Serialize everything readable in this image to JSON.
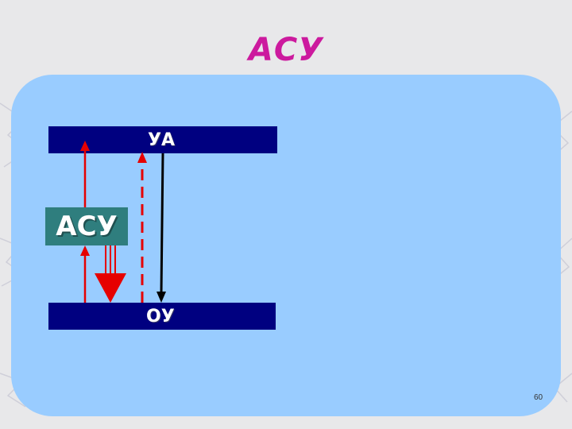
{
  "slide": {
    "title": "АСУ",
    "page_number": "60"
  },
  "diagram": {
    "top_block_label": "УА",
    "bottom_block_label": "ОУ",
    "middle_block_label": "АСУ"
  },
  "colors": {
    "title": "#cc1a9e",
    "panel": "#99ccff",
    "blocks": "#000080",
    "asu_block": "#2f7e7e",
    "arrow_red": "#e60000",
    "arrow_black": "#000000"
  }
}
